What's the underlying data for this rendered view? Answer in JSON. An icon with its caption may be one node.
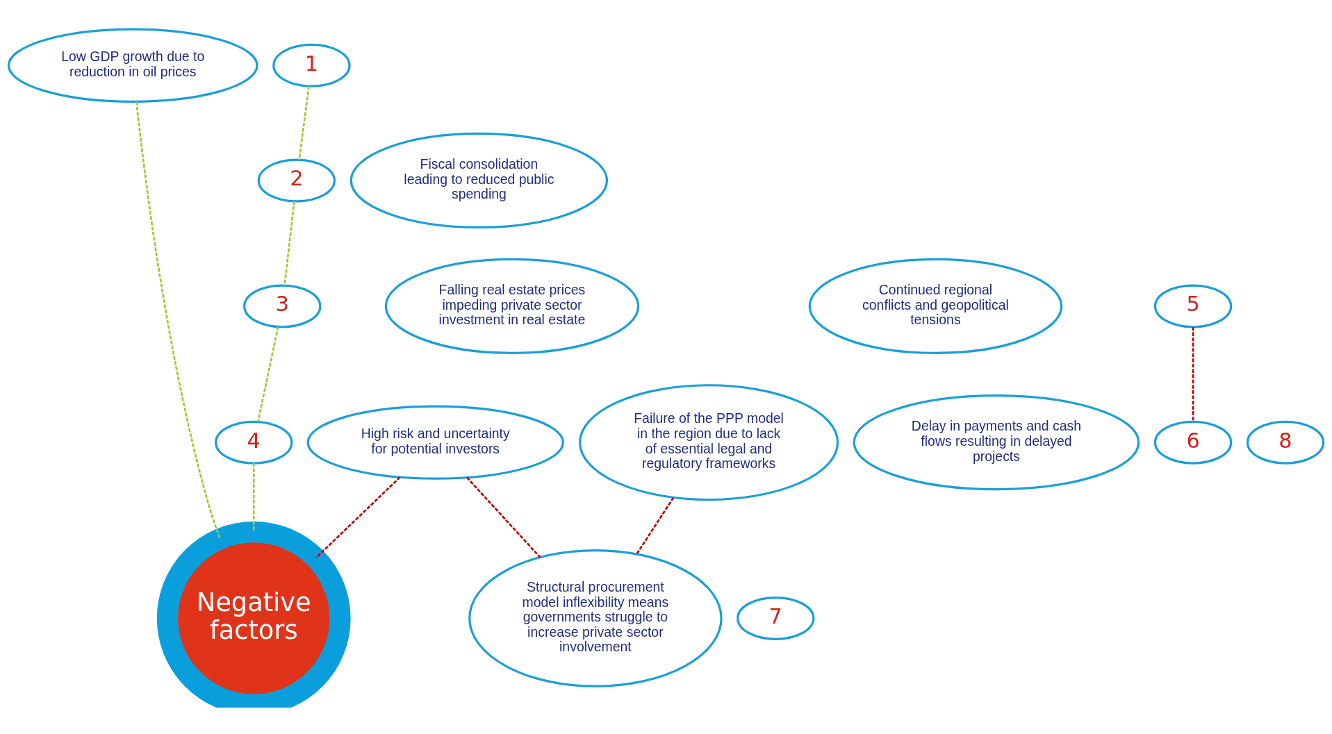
{
  "diagram": {
    "nodes": [
      {
        "text": [
          "Negative factors"
        ]
      },
      {
        "text": [
          "Low GDP growth due to reduction in oil prices"
        ]
      },
      {
        "text": [
          "1"
        ]
      },
      {
        "text": [
          "Fiscal consolidation leading to reduced public spending"
        ]
      },
      {
        "text": [
          "2"
        ]
      },
      {
        "text": [
          "Falling real estate prices impeding private sector investment in real estate"
        ]
      },
      {
        "text": [
          "3"
        ]
      },
      {
        "text": [
          "Delay in payments and cash flows resulting in delayed projects"
        ]
      },
      {
        "text": [
          "4"
        ]
      },
      {
        "text": [
          "Continued regional conflicts and geopolitical tensions"
        ]
      },
      {
        "text": [
          "5"
        ]
      },
      {
        "text": [
          "Failure of the PPP model in the region due to lack of essential legal and regulatory frameworks"
        ]
      },
      {
        "text": [
          "6"
        ]
      },
      {
        "text": [
          "Structural procurement model inflexibility means governments struggle to increase private sector involvement"
        ]
      },
      {
        "text": [
          "7"
        ]
      },
      {
        "text": [
          "High risk and uncertainty for potential investors"
        ]
      },
      {
        "text": [
          "8"
        ]
      }
    ],
    "edges": [
      {
        "from": 2,
        "to": 4,
        "arrow": "none",
        "style": "dashed",
        "color": "#99cc33"
      },
      {
        "from": 4,
        "to": 6,
        "arrow": "none",
        "style": "dashed",
        "color": "#99cc33"
      },
      {
        "from": 6,
        "to": 8,
        "arrow": "none",
        "style": "dashed",
        "color": "#99cc33"
      },
      {
        "from": 8,
        "to": 0,
        "arrow": "none",
        "style": "dashed",
        "color": "#99cc33"
      },
      {
        "from": 1,
        "to": 0,
        "arrow": "none",
        "style": "dashed",
        "color": "#99cc33"
      },
      {
        "from": 10,
        "to": 12,
        "arrow": "none",
        "style": "dashed",
        "color": "#c00000"
      },
      {
        "from": 11,
        "to": 13,
        "arrow": "none",
        "style": "dashed",
        "color": "#c00000"
      },
      {
        "from": 15,
        "to": 13,
        "arrow": "none",
        "style": "dashed",
        "color": "#c00000"
      },
      {
        "from": 15,
        "to": 0,
        "arrow": "none",
        "style": "dashed",
        "color": "#c00000"
      }
    ]
  }
}
